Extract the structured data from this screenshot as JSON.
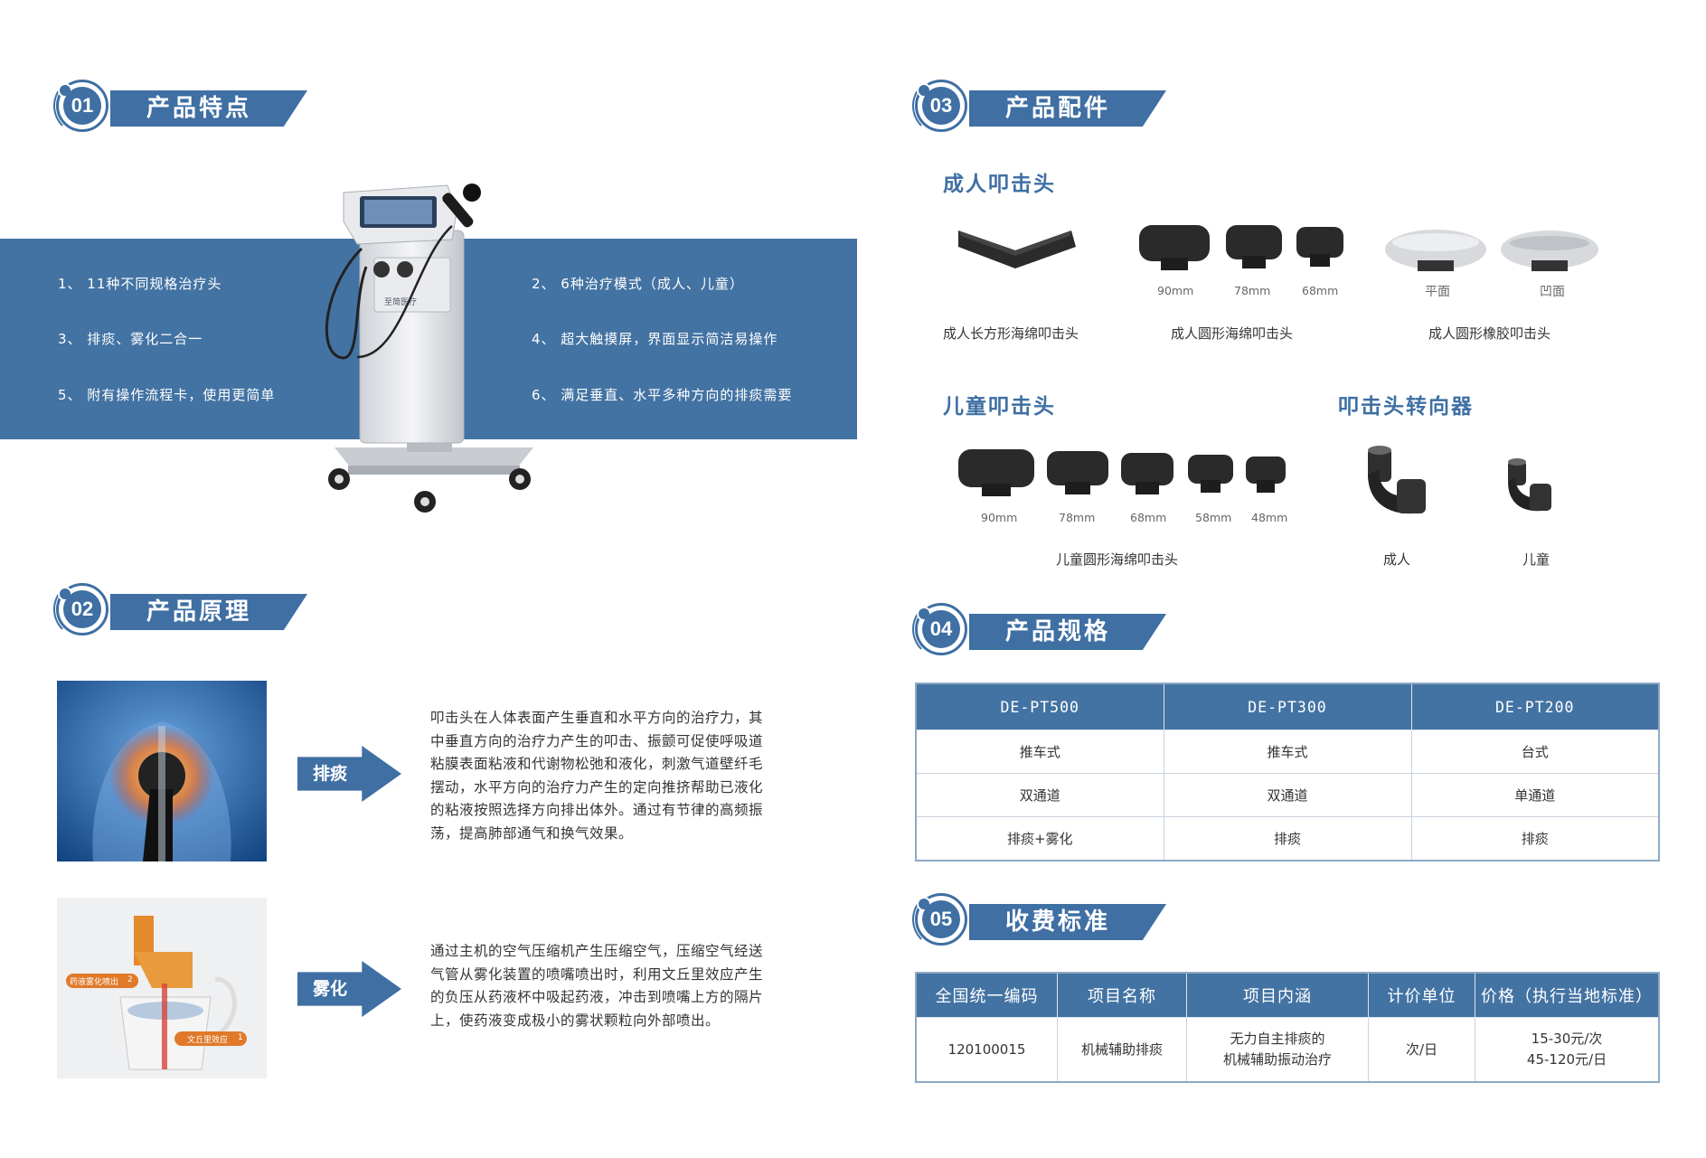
{
  "sections": {
    "s1": {
      "num": "01",
      "title": "产品特点"
    },
    "s2": {
      "num": "02",
      "title": "产品原理"
    },
    "s3": {
      "num": "03",
      "title": "产品配件"
    },
    "s4": {
      "num": "04",
      "title": "产品规格"
    },
    "s5": {
      "num": "05",
      "title": "收费标准"
    }
  },
  "features": [
    "1、 11种不同规格治疗头",
    "2、 6种治疗模式（成人、儿童）",
    "3、 排痰、雾化二合一",
    "4、 超大触摸屏，界面显示简洁易操作",
    "5、 附有操作流程卡，使用更简单",
    "6、 满足垂直、水平多种方向的排痰需要"
  ],
  "machine": {
    "brand": "至简医疗"
  },
  "principle": {
    "sputum": {
      "label": "排痰",
      "lines": [
        "叩击头在人体表面产生垂直和水平方向的治疗力，其",
        "中垂直方向的治疗力产生的叩击、振颤可促使呼吸道",
        "粘膜表面粘液和代谢物松弛和液化，刺激气道壁纤毛",
        "摆动，水平方向的治疗力产生的定向推挤帮助已液化",
        "的粘液按照选择方向排出体外。通过有节律的高频振",
        "荡，提高肺部通气和换气效果。"
      ]
    },
    "atomize": {
      "label": "雾化",
      "lines": [
        "通过主机的空气压缩机产生压缩空气，压缩空气经送",
        "气管从雾化装置的喷嘴喷出时，利用文丘里效应产生",
        "的负压从药液杯中吸起药液，冲击到喷嘴上方的隔片",
        "上，使药液变成极小的雾状颗粒向外部喷出。"
      ],
      "tag1": "药液雾化喷出",
      "tag1_num": "2",
      "tag2": "文丘里效应",
      "tag2_num": "1"
    }
  },
  "accessories": {
    "adult_title": "成人叩击头",
    "adult_long_caption": "成人长方形海绵叩击头",
    "adult_round_sizes": [
      "90mm",
      "78mm",
      "68mm"
    ],
    "adult_round_caption": "成人圆形海绵叩击头",
    "adult_rubber_sizes": [
      "平面",
      "凹面"
    ],
    "adult_rubber_caption": "成人圆形橡胶叩击头",
    "child_title": "儿童叩击头",
    "child_sizes": [
      "90mm",
      "78mm",
      "68mm",
      "58mm",
      "48mm"
    ],
    "child_caption": "儿童圆形海绵叩击头",
    "adapter_title": "叩击头转向器",
    "adapter_labels": [
      "成人",
      "儿童"
    ]
  },
  "spec_table": {
    "headers": [
      "DE-PT500",
      "DE-PT300",
      "DE-PT200"
    ],
    "rows": [
      [
        "推车式",
        "推车式",
        "台式"
      ],
      [
        "双通道",
        "双通道",
        "单通道"
      ],
      [
        "排痰+雾化",
        "排痰",
        "排痰"
      ]
    ]
  },
  "fee_table": {
    "headers": [
      "全国统一编码",
      "项目名称",
      "项目内涵",
      "计价单位",
      "价格（执行当地标准）"
    ],
    "row": {
      "code": "120100015",
      "name": "机械辅助排痰",
      "content_1": "无力自主排痰的",
      "content_2": "机械辅助振动治疗",
      "unit": "次/日",
      "price_1": "15-30元/次",
      "price_2": "45-120元/日"
    }
  },
  "colors": {
    "accent": "#3f6fa3",
    "band": "#4373a3"
  }
}
